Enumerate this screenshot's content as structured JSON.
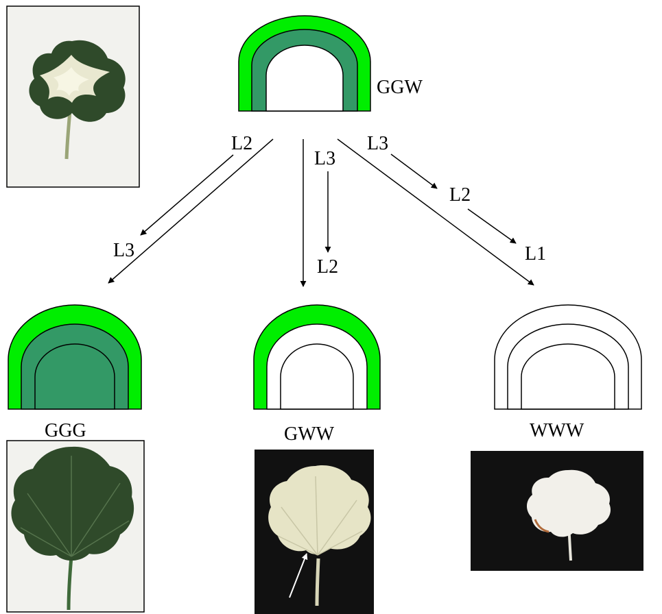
{
  "colors": {
    "l1_bright_green": "#00ee00",
    "l2_dark_green": "#339966",
    "white": "#ffffff",
    "outline": "#000000",
    "photo_background_dark": "#111111",
    "photo_background_light": "#f2f2ee",
    "leaf_dark_green": "#2f4a2a",
    "leaf_pale": "#e9e8d0"
  },
  "icons": {
    "parent_leaf": "variegated-leaf-photo",
    "ggg_leaf": "green-leaf-photo",
    "gww_leaf": "white-leaf-with-green-margin-photo",
    "www_leaf": "white-leaf-photo",
    "arrow": "white-arrow-icon"
  },
  "diagram": {
    "parent": {
      "label": "GGW"
    },
    "children": [
      {
        "label": "GGG"
      },
      {
        "label": "GWW"
      },
      {
        "label": "WWW"
      }
    ],
    "arrow_labels": {
      "left_top": "L2",
      "left_bottom": "L3",
      "middle_top": "L3",
      "middle_bottom": "L2",
      "right_first": "L3",
      "right_second": "L2",
      "right_third": "L1"
    }
  }
}
